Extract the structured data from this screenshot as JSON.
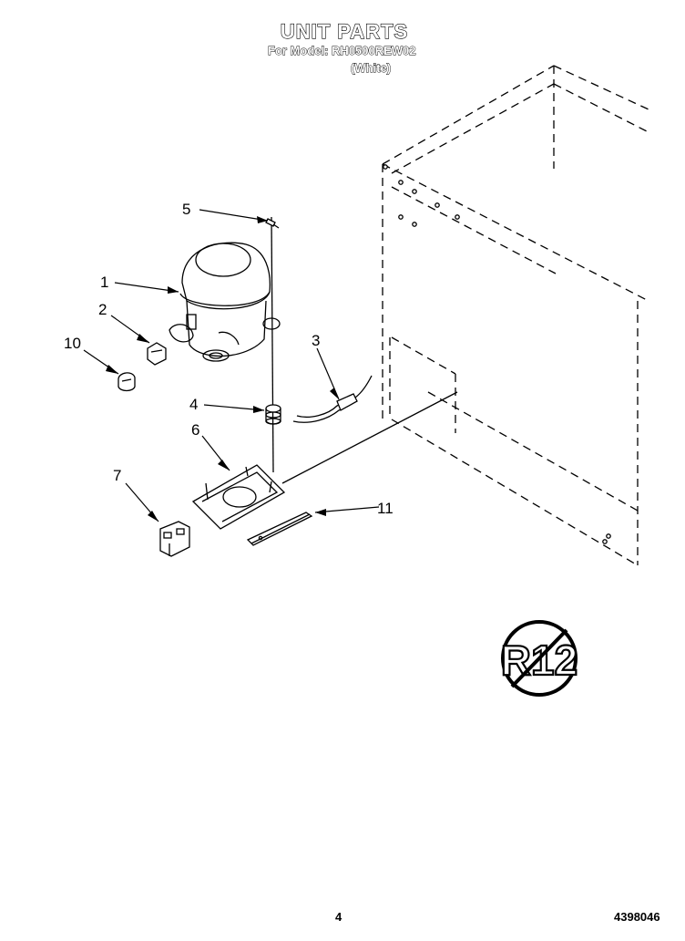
{
  "header": {
    "title": "UNIT PARTS",
    "model_line": "For Model: RH0500REW02",
    "color": "(White)"
  },
  "callouts": {
    "c1": "1",
    "c2": "2",
    "c3": "3",
    "c4": "4",
    "c5": "5",
    "c6": "6",
    "c7": "7",
    "c10": "10",
    "c11": "11"
  },
  "badge": {
    "text": "R12",
    "icon": "no-r12-refrigerant-icon"
  },
  "footer": {
    "page_number": "4",
    "doc_number": "4398046"
  }
}
